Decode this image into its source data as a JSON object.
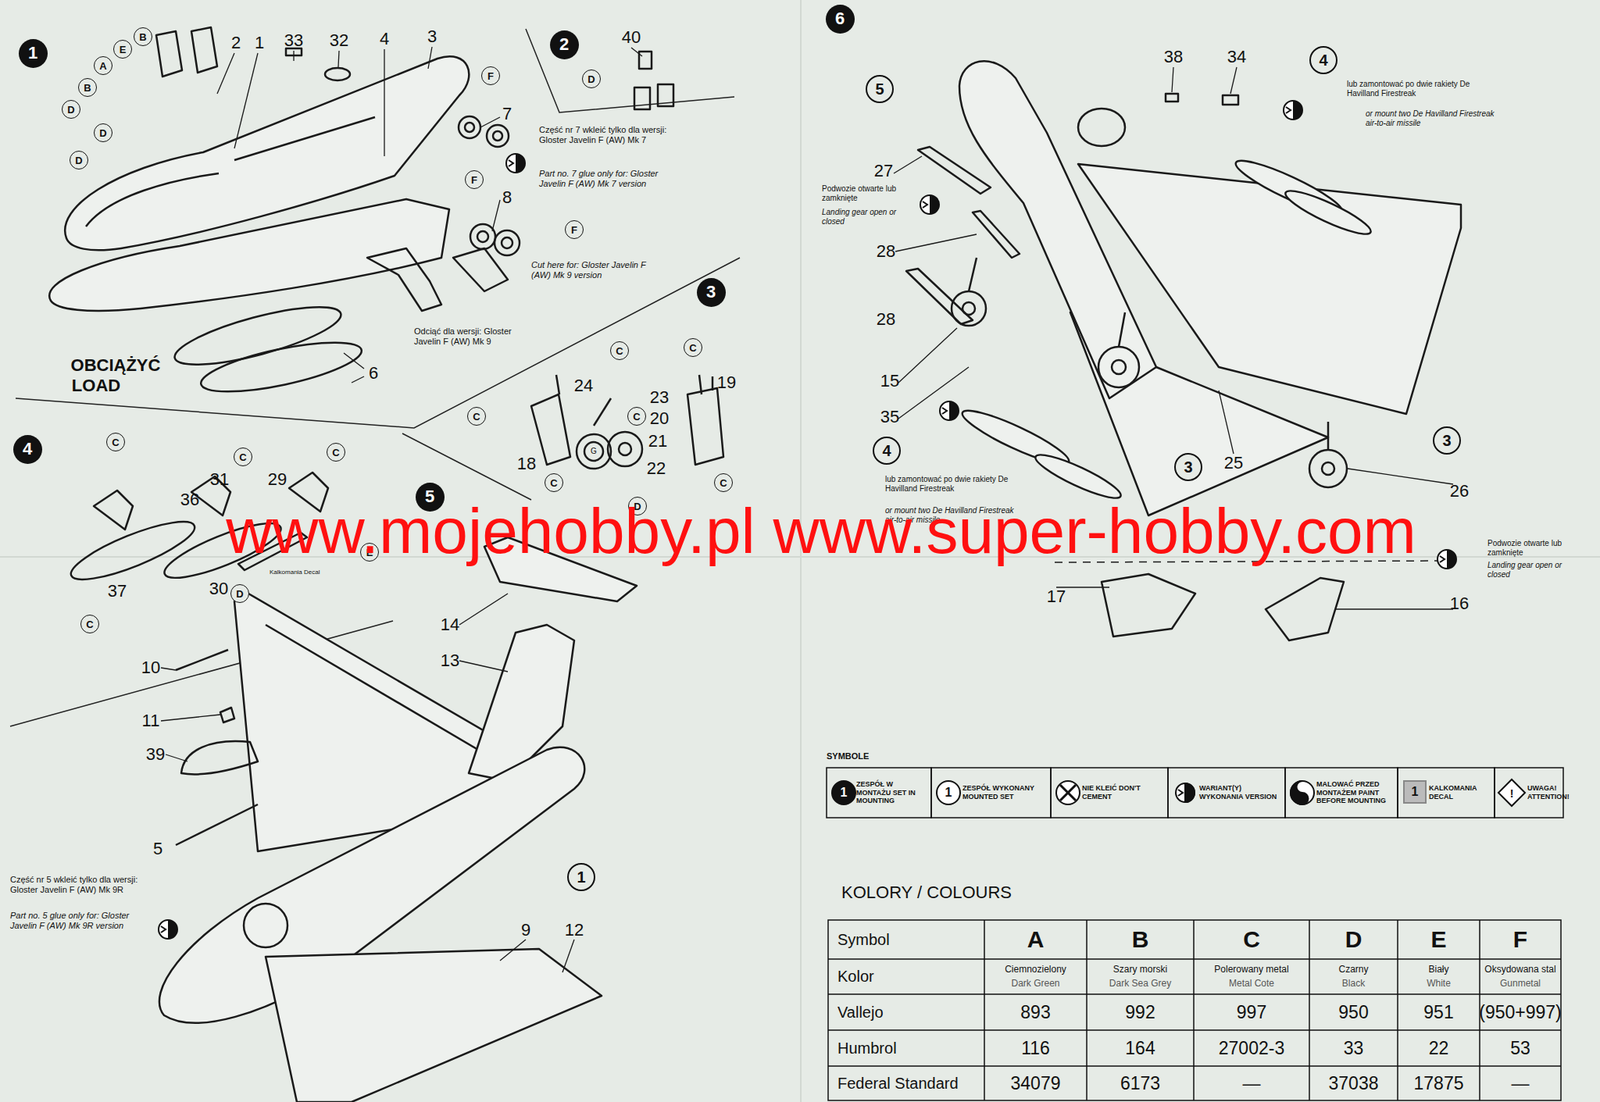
{
  "diagram": {
    "nodes": [
      {
        "text": [
          "1"
        ]
      },
      {
        "text": [
          "B"
        ]
      },
      {
        "text": [
          "E"
        ]
      },
      {
        "text": [
          "A"
        ]
      },
      {
        "text": [
          "B"
        ]
      },
      {
        "text": [
          "D"
        ]
      },
      {
        "text": [
          "D"
        ]
      },
      {
        "text": [
          "D"
        ]
      },
      {
        "text": [
          "F"
        ]
      },
      {
        "text": [
          "F"
        ]
      },
      {
        "text": [
          "F"
        ]
      },
      {
        "text": [
          "2"
        ]
      },
      {
        "text": [
          "D"
        ]
      },
      {
        "text": [
          "3"
        ]
      },
      {
        "text": [
          "C"
        ]
      },
      {
        "text": [
          "C"
        ]
      },
      {
        "text": [
          "C"
        ]
      },
      {
        "text": [
          "C"
        ]
      },
      {
        "text": [
          "C"
        ]
      },
      {
        "text": [
          "C"
        ]
      },
      {
        "text": [
          "D"
        ]
      },
      {
        "text": [
          "4"
        ]
      },
      {
        "text": [
          "C"
        ]
      },
      {
        "text": [
          "C"
        ]
      },
      {
        "text": [
          "C"
        ]
      },
      {
        "text": [
          "D"
        ]
      },
      {
        "text": [
          "E"
        ]
      },
      {
        "text": [
          "C"
        ]
      },
      {
        "text": [
          "5"
        ]
      },
      {
        "text": [
          "1"
        ]
      },
      {
        "text": [
          "6"
        ]
      },
      {
        "text": [
          "5"
        ]
      },
      {
        "text": [
          "4"
        ]
      },
      {
        "text": [
          "4"
        ]
      },
      {
        "text": [
          "3"
        ]
      },
      {
        "text": [
          "3"
        ]
      }
    ],
    "labels": [
      "2",
      "1",
      "33",
      "32",
      "4",
      "3",
      "7",
      "8",
      "6",
      "OBCIĄŻYĆ",
      "LOAD",
      "Część nr 7 wkleić tylko dla wersji: Gloster Javelin F (AW) Mk 7",
      "Part no. 7 glue only for: Gloster Javelin F (AW) Mk 7 version",
      "Cut here for: Gloster Javelin F (AW) Mk 9 version",
      "Odciąć dla wersji: Gloster Javelin F (AW) Mk 9",
      "40",
      "24",
      "23",
      "19",
      "20",
      "21",
      "22",
      "18",
      "G",
      "31",
      "36",
      "29",
      "37",
      "30",
      "Kalkomania Decal",
      "14",
      "13",
      "10",
      "11",
      "39",
      "5",
      "9",
      "12",
      "Część nr 5 wkleić tylko dla wersji: Gloster Javelin F (AW) Mk 9R",
      "Part no. 5 glue only for: Gloster Javelin F (AW) Mk 9R version",
      "38",
      "34",
      "lub zamontować po dwie rakiety De Havilland Firestreak",
      "or mount two De Havilland Firestreak air-to-air missile",
      "27",
      "Podwozie otwarte lub zamknięte",
      "Landing gear open or closed",
      "28",
      "28",
      "15",
      "35",
      "lub zamontować po dwie rakiety De Havilland Firestreak",
      "or mount two De Havilland Firestreak air-to-air missile",
      "25",
      "26",
      "Podwozie otwarte lub zamknięte",
      "Landing gear open or closed",
      "17",
      "16",
      "www.mojehobby.pl www.super-hobby.com",
      "SYMBOLE",
      "1",
      "1",
      "1",
      "!",
      "KOLORY / COLOURS",
      "Symbol",
      "A",
      "B",
      "C",
      "D",
      "E",
      "F",
      "Kolor",
      "Ciemnozielony",
      "Dark Green",
      "Szary morski",
      "Dark Sea Grey",
      "Polerowany metal",
      "Metal Cote",
      "Czarny",
      "Black",
      "Biały",
      "White",
      "Oksydowana stal",
      "Gunmetal",
      "Vallejo",
      "893",
      "992",
      "997",
      "950",
      "951",
      "(950+997)",
      "Humbrol",
      "116",
      "164",
      "27002-3",
      "33",
      "22",
      "53",
      "Federal Standard",
      "34079",
      "6173",
      "—",
      "37038",
      "17875",
      "—"
    ],
    "legend": [
      {
        "text": "ZESPÓŁ W MONTAŻU SET IN MOUNTING"
      },
      {
        "text": "ZESPÓŁ WYKONANY MOUNTED SET"
      },
      {
        "text": "NIE KLEIĆ DON'T CEMENT"
      },
      {
        "text": "WARIANT(Y) WYKONANIA VERSION"
      },
      {
        "text": "MALOWAĆ PRZED MONTAŻEM PAINT BEFORE MOUNTING"
      },
      {
        "text": "KALKOMANIA DECAL"
      },
      {
        "text": "UWAGA! ATTENTION!"
      }
    ]
  }
}
